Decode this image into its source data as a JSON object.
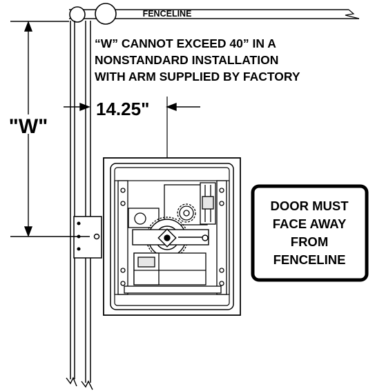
{
  "labels": {
    "fenceline": "FENCELINE",
    "note_line1": "“W” CANNOT EXCEED 40” IN A",
    "note_line2": "NONSTANDARD INSTALLATION",
    "note_line3": "WITH ARM SUPPLIED BY FACTORY",
    "dimension": "14.25\"",
    "w_label": "\"W\""
  },
  "warning_box": {
    "line1": "DOOR MUST",
    "line2": "FACE AWAY",
    "line3": "FROM",
    "line4": "FENCELINE"
  },
  "colors": {
    "ink": "#000000",
    "paper": "#ffffff",
    "shade": "#e6e6e6"
  }
}
